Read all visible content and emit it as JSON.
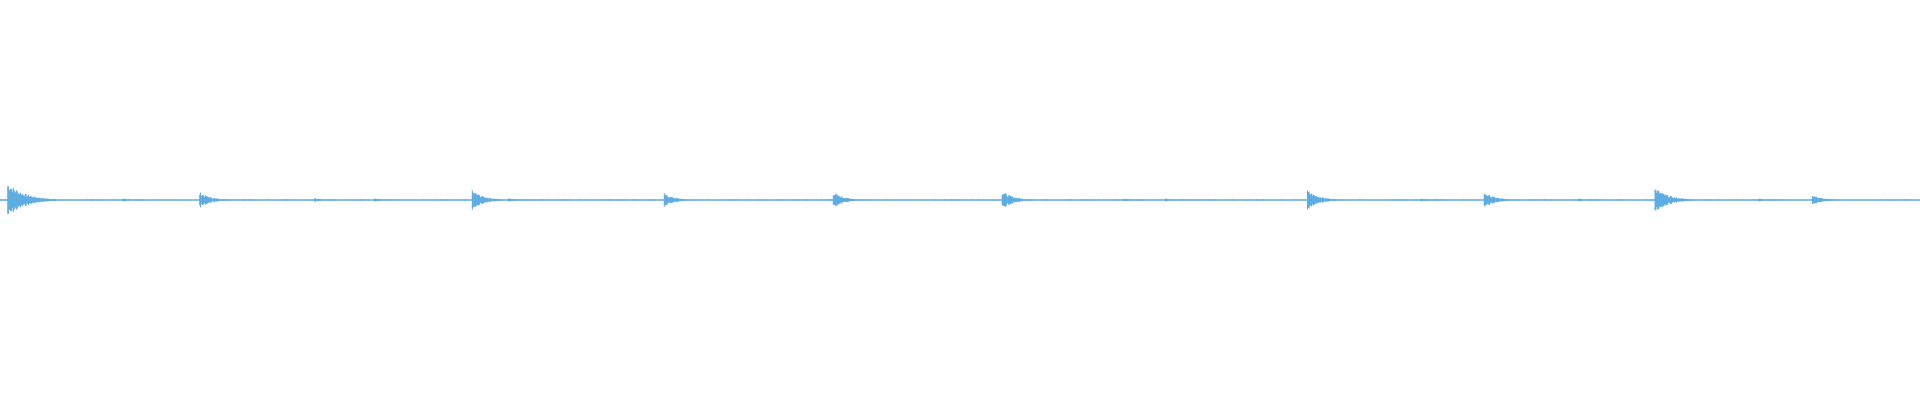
{
  "waveform": {
    "color": "#5dade2",
    "baseline_color": "#5dade2",
    "background": "#ffffff",
    "transients": [
      {
        "t": 0.004,
        "amp": 1.0
      },
      {
        "t": 0.064,
        "amp": 0.1
      },
      {
        "t": 0.104,
        "amp": 0.45
      },
      {
        "t": 0.164,
        "amp": 0.12
      },
      {
        "t": 0.195,
        "amp": 0.1
      },
      {
        "t": 0.246,
        "amp": 0.55
      },
      {
        "t": 0.265,
        "amp": 0.12
      },
      {
        "t": 0.346,
        "amp": 0.38
      },
      {
        "t": 0.434,
        "amp": 0.45
      },
      {
        "t": 0.522,
        "amp": 0.5
      },
      {
        "t": 0.585,
        "amp": 0.1
      },
      {
        "t": 0.607,
        "amp": 0.1
      },
      {
        "t": 0.681,
        "amp": 0.55
      },
      {
        "t": 0.74,
        "amp": 0.1
      },
      {
        "t": 0.773,
        "amp": 0.45
      },
      {
        "t": 0.822,
        "amp": 0.1
      },
      {
        "t": 0.862,
        "amp": 0.7
      },
      {
        "t": 0.916,
        "amp": 0.1
      },
      {
        "t": 0.944,
        "amp": 0.3
      }
    ]
  }
}
